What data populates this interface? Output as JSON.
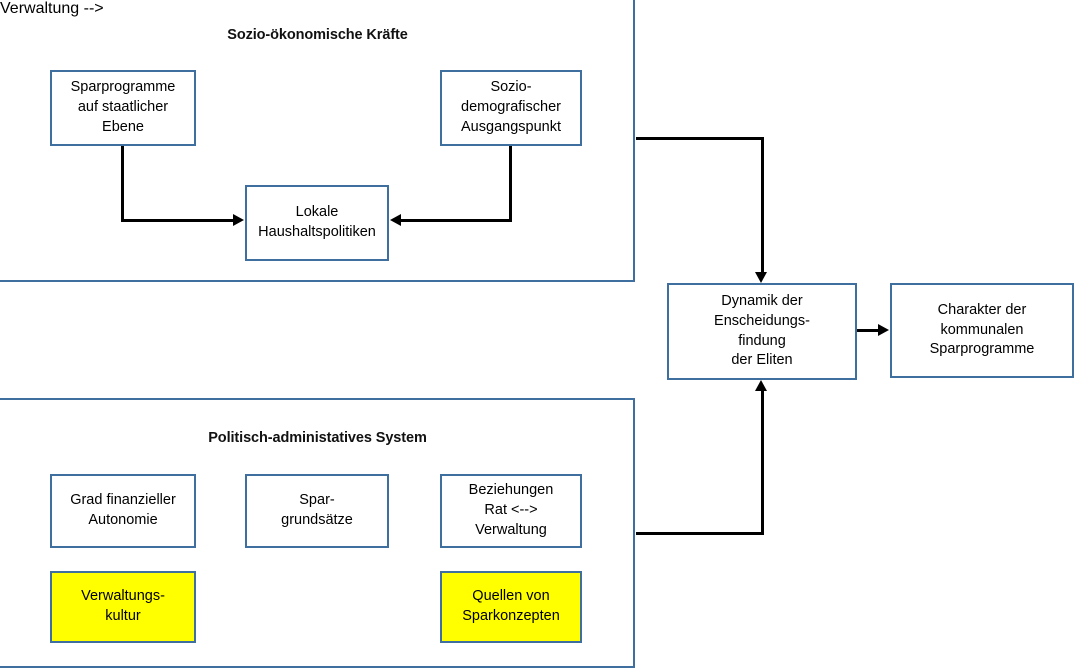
{
  "diagram": {
    "title_socio": "Sozio-ökonomische Kräfte",
    "title_politico": "Politisch-administatives System",
    "colors": {
      "box_border": "#3f6f9f",
      "highlight_fill": "#ffff00",
      "connector": "#000000",
      "background": "#ffffff"
    }
  },
  "socio_group": {
    "title": "Sozio-ökonomische Kräfte",
    "nodes": [
      {
        "id": "sparprogramme-staatlich",
        "lines": [
          "Sparprogramme",
          "auf staatlicher",
          "Ebene"
        ],
        "highlighted": false
      },
      {
        "id": "sozio-demografischer-ausgangspunkt",
        "lines": [
          "Sozio-",
          "demografischer",
          "Ausgangspunkt"
        ],
        "highlighted": false
      },
      {
        "id": "lokale-haushaltspolitiken",
        "lines": [
          "Lokale",
          "Haushaltspolitiken"
        ],
        "highlighted": false
      }
    ]
  },
  "politico_group": {
    "title": "Politisch-administatives System",
    "nodes": [
      {
        "id": "grad-finanzieller-autonomie",
        "lines": [
          "Grad finanzieller",
          "Autonomie"
        ],
        "highlighted": false
      },
      {
        "id": "spargrundsaetze",
        "lines": [
          "Spar-",
          "grundsätze"
        ],
        "highlighted": false
      },
      {
        "id": "beziehungen-rat-verwaltung",
        "lines": [
          "Beziehungen",
          "Rat <-->",
          "Verwaltung"
        ],
        "highlighted": false
      },
      {
        "id": "verwaltungskultur",
        "lines": [
          "Verwaltungs-",
          "kultur"
        ],
        "highlighted": true
      },
      {
        "id": "quellen-von-sparkonzepten",
        "lines": [
          "Quellen von",
          "Sparkonzepten"
        ],
        "highlighted": true
      }
    ]
  },
  "outcome": {
    "nodes": [
      {
        "id": "dynamik-entscheidungsfindung",
        "lines": [
          "Dynamik der",
          "Enscheidungs-",
          "findung",
          "der Eliten"
        ],
        "highlighted": false
      },
      {
        "id": "charakter-kommunale-sparprogramme",
        "lines": [
          "Charakter der",
          "kommunalen",
          "Sparprogramme"
        ],
        "highlighted": false
      }
    ]
  },
  "connectors": [
    {
      "id": "sparprogramme-to-lokale",
      "from": "sparprogramme-staatlich",
      "to": "lokale-haushaltspolitiken",
      "head": "right"
    },
    {
      "id": "sozio-demo-to-lokale",
      "from": "sozio-demografischer-ausgangspunkt",
      "to": "lokale-haushaltspolitiken",
      "head": "left"
    },
    {
      "id": "socio-group-to-dynamik",
      "from": "socio_group",
      "to": "dynamik-entscheidungsfindung",
      "head": "down"
    },
    {
      "id": "politico-group-to-dynamik",
      "from": "politico_group",
      "to": "dynamik-entscheidungsfindung",
      "head": "up"
    },
    {
      "id": "dynamik-to-charakter",
      "from": "dynamik-entscheidungsfindung",
      "to": "charakter-kommunale-sparprogramme",
      "head": "right"
    }
  ]
}
